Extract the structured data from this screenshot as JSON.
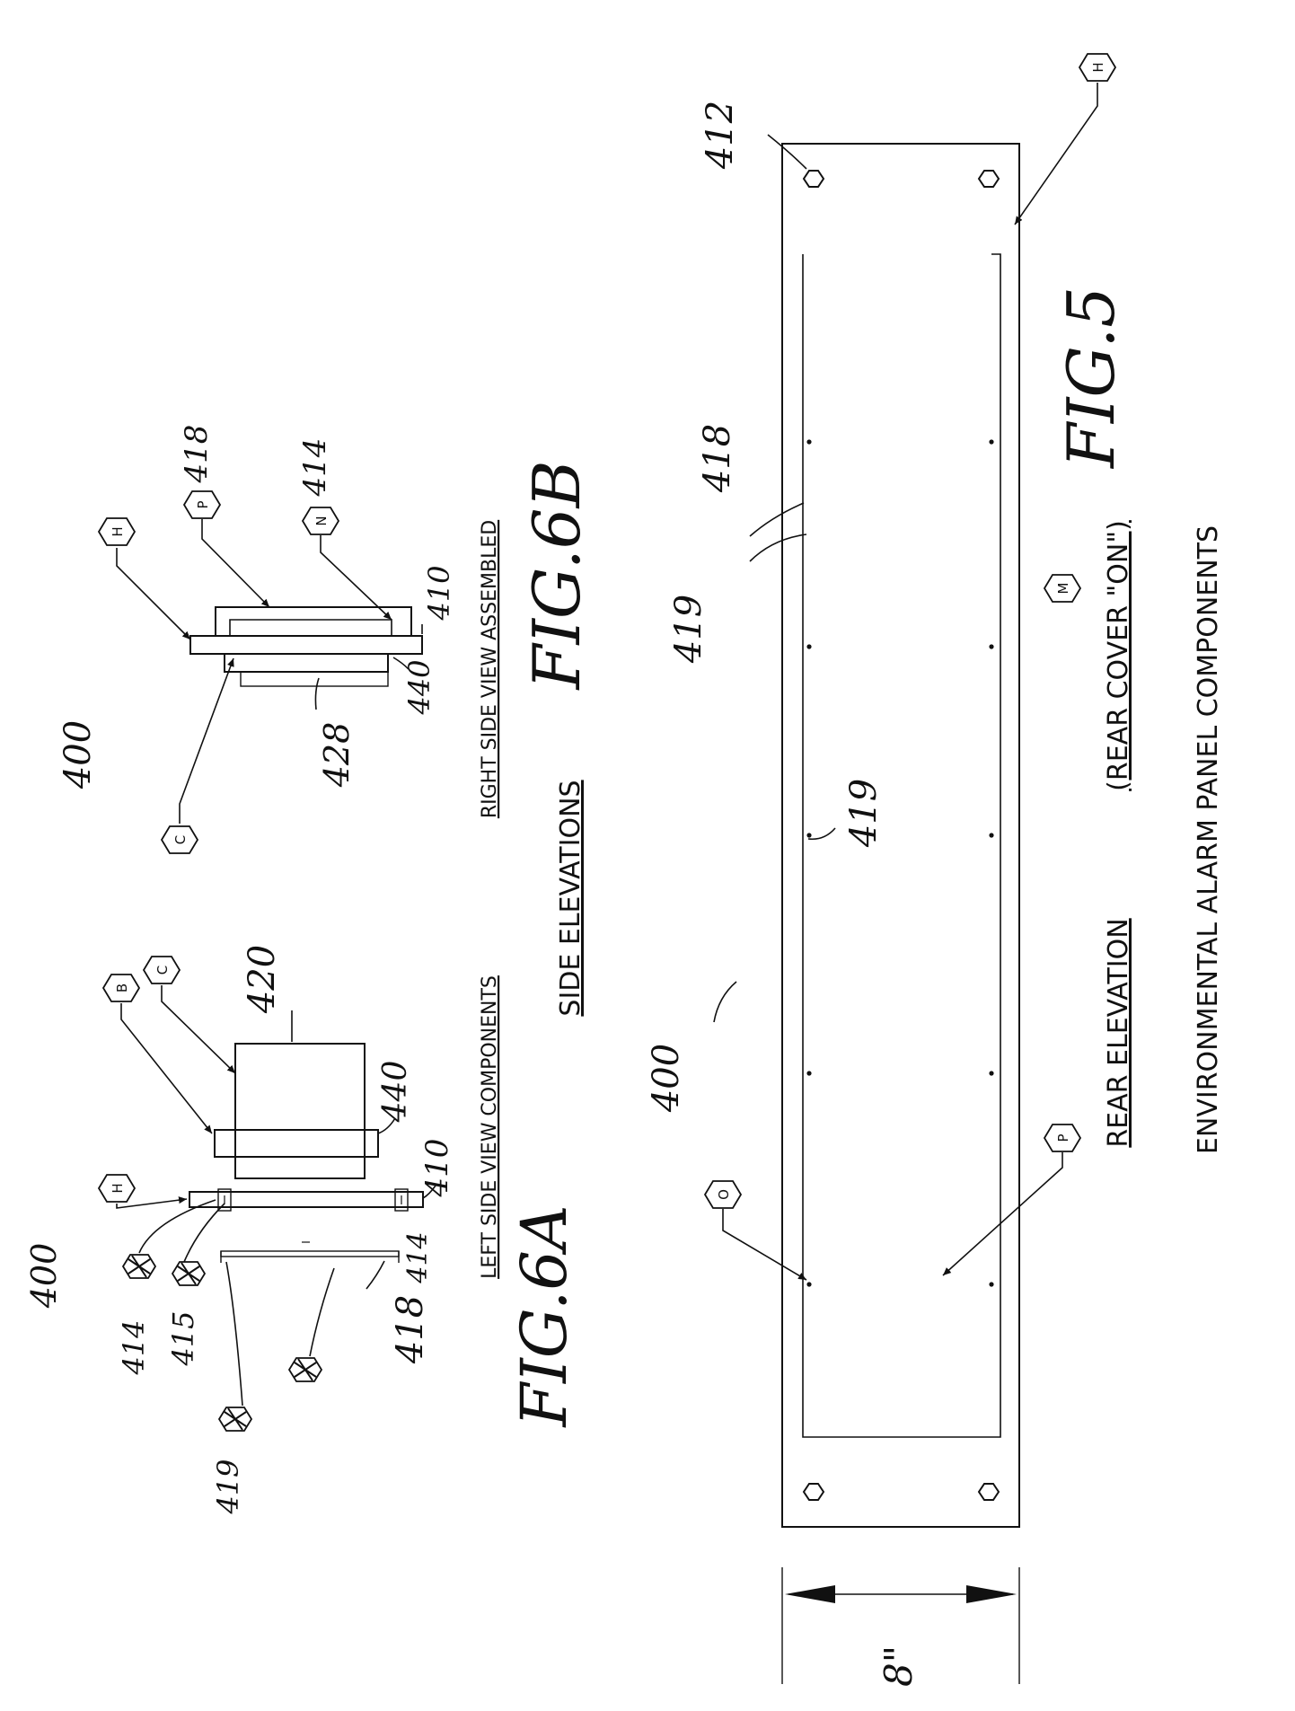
{
  "sheet_title": "ENVIRONMENTAL ALARM PANEL COMPONENTS",
  "side_elevations_heading": "SIDE ELEVATIONS",
  "fig5": {
    "fig_label": "FIG.5",
    "caption": "REAR ELEVATION",
    "caption_qualifier": "(REAR COVER \"ON\")",
    "dimension": "8\"",
    "ref_assembly": "400",
    "ref_corner": "412",
    "ref_edge": "418",
    "ref_screw_top": "419",
    "ref_screw_mid": "419",
    "callouts": [
      "H",
      "M",
      "O",
      "P"
    ]
  },
  "fig6a": {
    "fig_label": "FIG.6A",
    "caption": "LEFT SIDE VIEW COMPONENTS",
    "ref_assembly": "400",
    "ref_box": "420",
    "ref_panel_b": "440",
    "ref_panel_h": "410",
    "ref_bracket": "414",
    "ref_rail": "418",
    "left_labels": [
      "414",
      "415",
      "419"
    ],
    "callouts": [
      "H",
      "B",
      "C"
    ]
  },
  "fig6b": {
    "fig_label": "FIG.6B",
    "caption": "RIGHT SIDE VIEW ASSEMBLED",
    "ref_assembly": "400",
    "ref_outer": "428",
    "ref_panel_b": "440",
    "ref_panel_h": "410",
    "callouts": [
      "H",
      "P",
      "N",
      "C"
    ],
    "callout_refs": {
      "P": "418",
      "N": "414"
    }
  }
}
